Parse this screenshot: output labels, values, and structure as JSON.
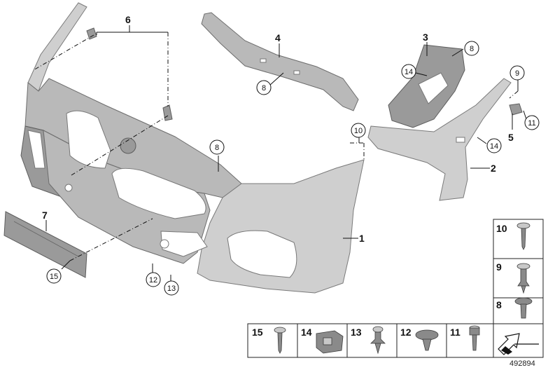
{
  "diagram": {
    "reference_number": "492894",
    "callouts": [
      {
        "id": "c1",
        "label": "1"
      },
      {
        "id": "c2",
        "label": "2"
      },
      {
        "id": "c3",
        "label": "3"
      },
      {
        "id": "c4",
        "label": "4"
      },
      {
        "id": "c5",
        "label": "5"
      },
      {
        "id": "c6",
        "label": "6"
      },
      {
        "id": "c7",
        "label": "7"
      },
      {
        "id": "c8a",
        "label": "8"
      },
      {
        "id": "c8b",
        "label": "8"
      },
      {
        "id": "c8c",
        "label": "8"
      },
      {
        "id": "c9",
        "label": "9"
      },
      {
        "id": "c10",
        "label": "10"
      },
      {
        "id": "c11",
        "label": "11"
      },
      {
        "id": "c12",
        "label": "12"
      },
      {
        "id": "c13",
        "label": "13"
      },
      {
        "id": "c14a",
        "label": "14"
      },
      {
        "id": "c14b",
        "label": "14"
      },
      {
        "id": "c15",
        "label": "15"
      }
    ],
    "fastener_legend": {
      "vertical": [
        "10",
        "9",
        "8"
      ],
      "horizontal": [
        "15",
        "14",
        "13",
        "12",
        "11"
      ]
    }
  }
}
